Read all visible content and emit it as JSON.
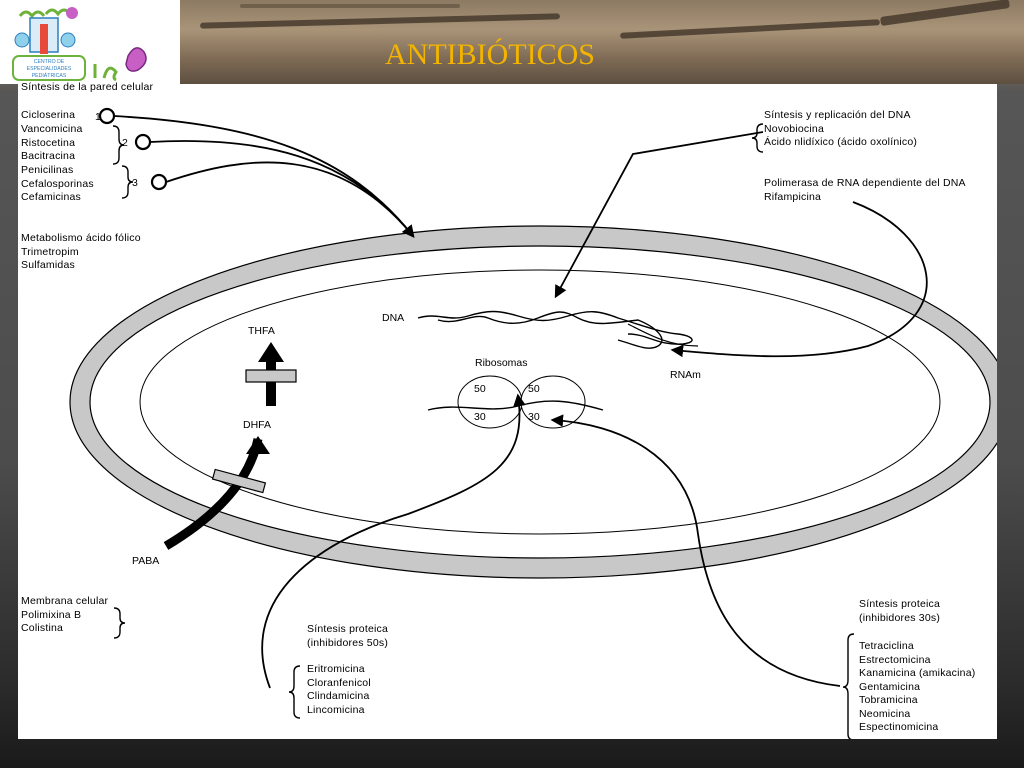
{
  "title": "ANTIBIÓTICOS",
  "logo": {
    "text_line1": "CENTRO DE",
    "text_line2": "ESPECIALIDADES",
    "text_line3": "PEDIÁTRICAS"
  },
  "cell_wall": {
    "heading": "Síntesis de la pared celular",
    "group1": [
      "Cicloserina"
    ],
    "group2": [
      "Vancomicina",
      "Ristocetina",
      "Bacitracina"
    ],
    "group3": [
      "Penicilinas",
      "Cefalosporinas",
      "Cefamicinas"
    ],
    "marker1": "1",
    "marker2": "2",
    "marker3": "3"
  },
  "folate": {
    "heading": "Metabolismo ácido fólico",
    "items": [
      "Trimetropim",
      "Sulfamidas"
    ]
  },
  "dna_replication": {
    "heading": "Síntesis y replicación del DNA",
    "items": [
      "Novobiocina",
      "Ácido nlidíxico (ácido oxolínico)"
    ]
  },
  "rna_polymerase": {
    "heading": "Polimerasa de RNA dependiente del DNA",
    "items": [
      "Rifampicina"
    ]
  },
  "membrane": {
    "heading": "Membrana celular",
    "items": [
      "Polimixina B",
      "Colistina"
    ]
  },
  "protein_50s": {
    "heading": "Síntesis proteica",
    "subheading": "(inhibidores 50s)",
    "items": [
      "Eritromicina",
      "Cloranfenicol",
      "Clindamicina",
      "Lincomicina"
    ]
  },
  "protein_30s": {
    "heading": "Síntesis proteica",
    "subheading": "(inhibidores 30s)",
    "items": [
      "Tetraciclina",
      "Estrectomicina",
      "Kanamicina (amikacina)",
      "Gentamicina",
      "Tobramicina",
      "Neomicina",
      "Espectinomicina"
    ]
  },
  "cell_labels": {
    "dna": "DNA",
    "rnam": "RNAm",
    "ribosomes": "Ribosomas",
    "sub50a": "50",
    "sub50b": "50",
    "sub30a": "30",
    "sub30b": "30",
    "thfa": "THFA",
    "dhfa": "DHFA",
    "paba": "PABA"
  },
  "colors": {
    "title": "#f2b400",
    "wall": "#c8c8c8",
    "ink": "#000000"
  }
}
